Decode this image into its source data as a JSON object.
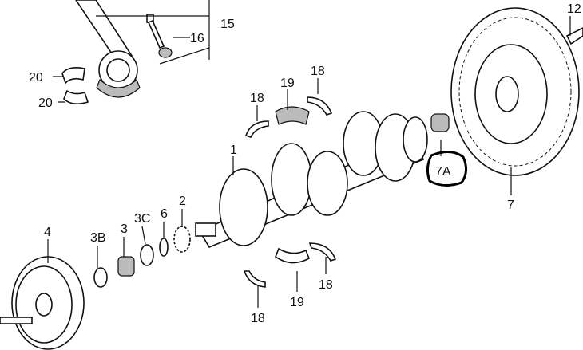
{
  "title": "Crankshaft exploded parts diagram",
  "labels": [
    "12",
    "15",
    "16",
    "20",
    "20",
    "18",
    "19",
    "18",
    "1",
    "2",
    "3",
    "3B",
    "3C",
    "6",
    "4",
    "7",
    "7A",
    "18",
    "19",
    "18"
  ],
  "highlight_color": "#000000"
}
